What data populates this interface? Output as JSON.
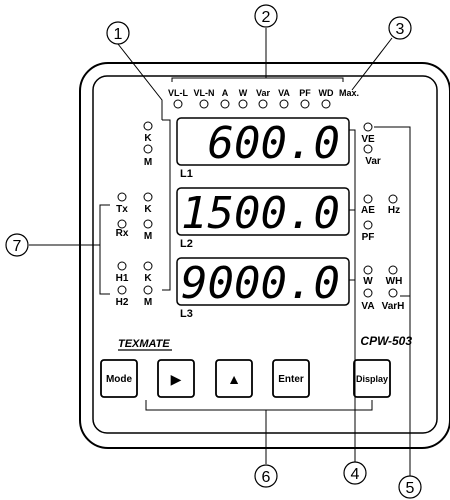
{
  "top_indicators": [
    "VL-L",
    "VL-N",
    "A",
    "W",
    "Var",
    "VA",
    "PF",
    "WD",
    "Max."
  ],
  "displays": [
    {
      "value": "600.0",
      "line": "L1"
    },
    {
      "value": "1500.0",
      "line": "L2"
    },
    {
      "value": "9000.0",
      "line": "L3"
    }
  ],
  "left_unit_labels": [
    "K",
    "M",
    "K",
    "M",
    "K",
    "M"
  ],
  "left_comm_labels": [
    "Tx",
    "Rx",
    "H1",
    "H2"
  ],
  "right_indicators": [
    "VE",
    "Var",
    "AE",
    "Hz",
    "PF",
    "W",
    "WH",
    "VA",
    "VarH"
  ],
  "brand": "TEXMATE",
  "model": "CPW-503",
  "buttons": {
    "mode": "Mode",
    "right": "▶",
    "up": "▲",
    "enter": "Enter",
    "display": "Display"
  },
  "callouts": [
    "1",
    "2",
    "3",
    "4",
    "5",
    "6",
    "7"
  ]
}
